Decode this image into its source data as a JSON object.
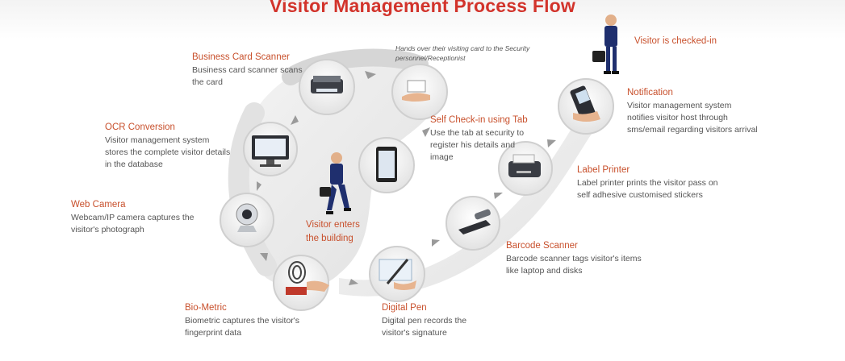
{
  "title": "Visitor Management Process Flow",
  "note": "Hands over their visiting card to the Security personnel/Receptionist",
  "steps": {
    "business_card": {
      "heading": "Business Card Scanner",
      "desc": "Business card scanner scans the card"
    },
    "ocr": {
      "heading": "OCR Conversion",
      "desc": "Visitor management system stores the complete visitor details in the database"
    },
    "web_camera": {
      "heading": "Web Camera",
      "desc": "Webcam/IP camera captures the visitor's photograph"
    },
    "biometric": {
      "heading": "Bio-Metric",
      "desc": "Biometric captures the visitor's fingerprint data"
    },
    "digital_pen": {
      "heading": "Digital Pen",
      "desc": "Digital pen records the visitor's signature"
    },
    "barcode": {
      "heading": "Barcode Scanner",
      "desc": "Barcode scanner tags visitor's items like laptop and disks"
    },
    "label_printer": {
      "heading": "Label Printer",
      "desc": "Label printer prints the visitor pass on self adhesive customised stickers"
    },
    "notification": {
      "heading": "Notification",
      "desc": "Visitor management system notifies visitor host through sms/email regarding visitors arrival"
    },
    "self_checkin": {
      "heading": "Self Check-in using Tab",
      "desc": "Use the tab at security to register his details and image"
    }
  },
  "visitor_enters": "Visitor enters the building",
  "visitor_checked_in": "Visitor is checked-in",
  "colors": {
    "accent": "#c8502c",
    "title": "#d2332b",
    "navy": "#1f2f6e"
  }
}
